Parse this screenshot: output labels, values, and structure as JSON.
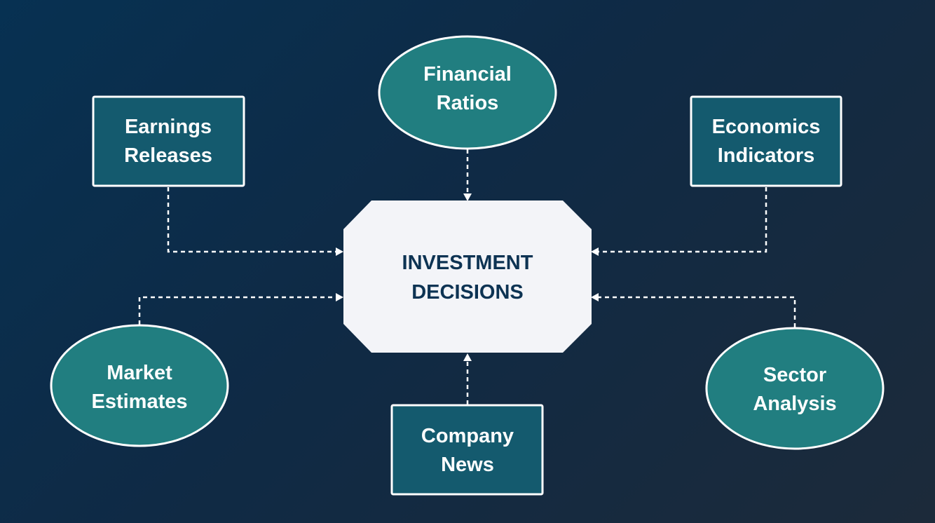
{
  "diagram": {
    "center": {
      "line1": "INVESTMENT",
      "line2": "DECISIONS"
    },
    "nodes": {
      "financial_ratios": {
        "line1": "Financial",
        "line2": "Ratios",
        "shape": "ellipse"
      },
      "earnings_releases": {
        "line1": "Earnings",
        "line2": "Releases",
        "shape": "rectangle"
      },
      "economics_indicators": {
        "line1": "Economics",
        "line2": "Indicators",
        "shape": "rectangle"
      },
      "market_estimates": {
        "line1": "Market",
        "line2": "Estimates",
        "shape": "ellipse"
      },
      "sector_analysis": {
        "line1": "Sector",
        "line2": "Analysis",
        "shape": "ellipse"
      },
      "company_news": {
        "line1": "Company",
        "line2": "News",
        "shape": "rectangle"
      }
    },
    "colors": {
      "background_start": "#073152",
      "background_end": "#1c2a3a",
      "rectangle_fill": "#145a6e",
      "ellipse_fill": "#217e80",
      "hub_fill": "#f3f4f8",
      "hub_text": "#0d3353",
      "connector": "#ffffff"
    }
  }
}
